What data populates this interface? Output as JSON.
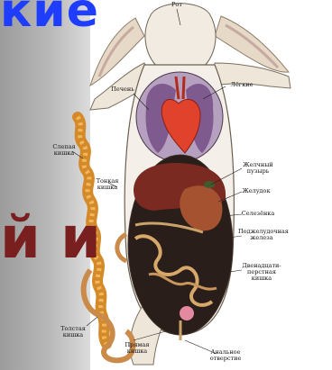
{
  "overlay": {
    "heading_fragment": "кие",
    "body_fragment": "й и"
  },
  "diagram": {
    "labels": [
      {
        "id": "mouth",
        "text": "Рот"
      },
      {
        "id": "liver",
        "text": "Печень"
      },
      {
        "id": "lungs",
        "text": "Лёгкие"
      },
      {
        "id": "blind-gut",
        "text": "Слепая кишка"
      },
      {
        "id": "small-intestine",
        "text": "Тонкая кишка"
      },
      {
        "id": "gall-bladder",
        "text": "Желчный пузырь"
      },
      {
        "id": "stomach",
        "text": "Желудок"
      },
      {
        "id": "spleen",
        "text": "Селезёнка"
      },
      {
        "id": "pancreas",
        "text": "Поджелудочная железа"
      },
      {
        "id": "duodenum",
        "text": "Двенадцати-перстная кишка"
      },
      {
        "id": "thick-gut",
        "text": "Толстая кишка"
      },
      {
        "id": "rectum",
        "text": "Прямая кишка"
      },
      {
        "id": "anus",
        "text": "Анальное отверстие"
      }
    ]
  }
}
